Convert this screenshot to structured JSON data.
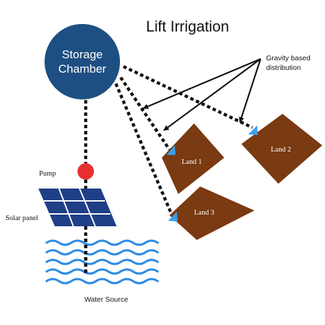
{
  "title": "Lift Irrigation",
  "storage_chamber": {
    "line1": "Storage",
    "line2": "Chamber"
  },
  "distribution_label": {
    "line1": "Gravity based",
    "line2": "distribution"
  },
  "pump_label": "Pump",
  "solar_panel_label": "Solar panel",
  "water_source_label": "Water Source",
  "lands": [
    {
      "label": "Land 1"
    },
    {
      "label": "Land 2"
    },
    {
      "label": "Land 3"
    }
  ],
  "colors": {
    "chamber": "#1e4f82",
    "pump": "#e83030",
    "solar_panel": "#1f3f86",
    "water": "#2f8de4",
    "land": "#7a3a12",
    "inlet_marker": "#3aa0e8",
    "pipe": "#111111"
  }
}
